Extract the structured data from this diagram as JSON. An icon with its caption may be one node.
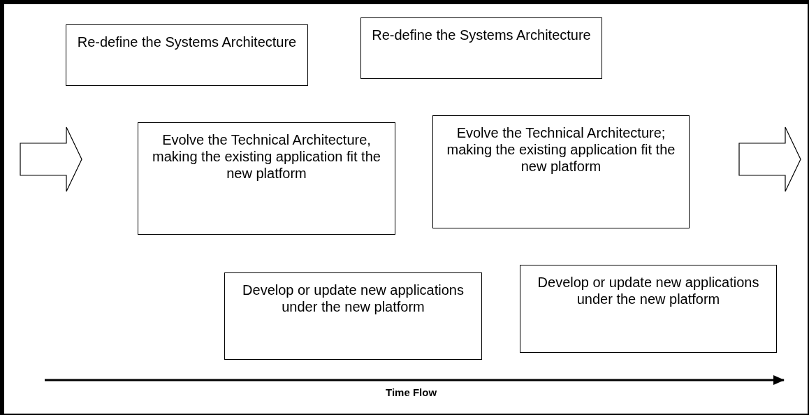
{
  "diagram": {
    "nodes": [
      {
        "text": [
          "Re-define the Systems Architecture"
        ]
      },
      {
        "text": [
          "Re-define the Systems Architecture"
        ]
      },
      {
        "text": [
          "Evolve the Technical Architecture, making the existing application fit the new platform"
        ]
      },
      {
        "text": [
          "Evolve the Technical Architecture; making the existing application fit the new platform"
        ]
      },
      {
        "text": [
          "Develop or update new applications under the new platform"
        ]
      },
      {
        "text": [
          "Develop or update new applications under the new platform"
        ]
      }
    ],
    "labels": [
      "Time Flow"
    ]
  }
}
